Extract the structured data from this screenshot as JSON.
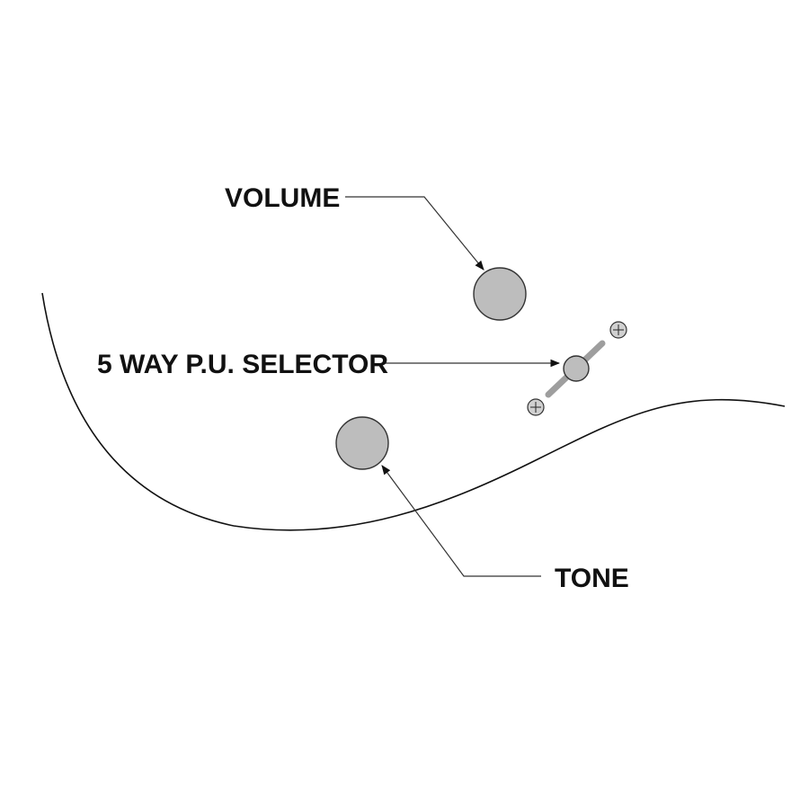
{
  "labels": {
    "volume": "VOLUME",
    "selector": "5 WAY P.U. SELECTOR",
    "tone": "TONE"
  },
  "colors": {
    "knob_fill": "#bdbdbd",
    "outline": "#333333",
    "background": "#ffffff"
  }
}
